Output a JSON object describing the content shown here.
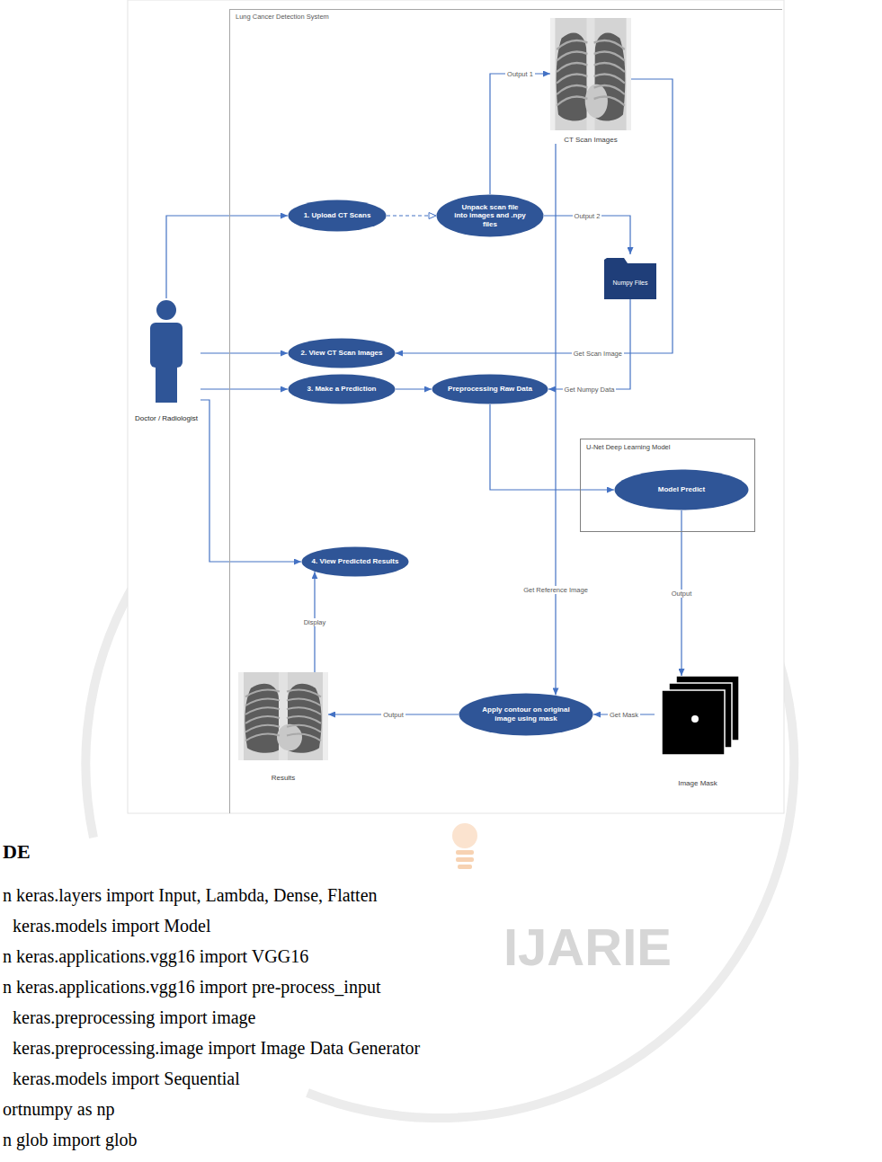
{
  "diagram": {
    "nodes": [
      {
        "text": [
          "Lung Cancer Detection System"
        ]
      },
      {
        "text": [
          "CT Scan Images"
        ],
        "in": 0
      },
      {
        "text": [
          "1. Upload CT Scans"
        ],
        "in": 0
      },
      {
        "text": [
          "Unpack scan file into images and .npy files"
        ],
        "in": 0
      },
      {
        "text": [
          "Numpy Files"
        ],
        "in": 0
      },
      {
        "text": [
          "Doctor / Radiologist"
        ]
      },
      {
        "text": [
          "2. View CT Scan Images"
        ],
        "in": 0
      },
      {
        "text": [
          "3. Make a Prediction"
        ],
        "in": 0
      },
      {
        "text": [
          "Preprocessing Raw Data"
        ],
        "in": 0
      },
      {
        "text": [
          "U-Net Deep Learning Model"
        ],
        "in": 0
      },
      {
        "text": [
          "Model Predict"
        ],
        "in": 9
      },
      {
        "text": [
          "4. View Predicted Results"
        ],
        "in": 0
      },
      {
        "text": [
          "Results"
        ],
        "in": 0
      },
      {
        "text": [
          "Apply contour on original image using mask"
        ],
        "in": 0
      },
      {
        "text": [
          "Image Mask"
        ],
        "in": 0
      }
    ],
    "edges": [
      {
        "from": 5,
        "to": 2,
        "arrow": "to"
      },
      {
        "from": 2,
        "to": 3,
        "arrow": "to"
      },
      {
        "from": 3,
        "to": 1,
        "label": "Output 1",
        "arrow": "to"
      },
      {
        "from": 3,
        "to": 4,
        "label": "Output 2",
        "arrow": "to"
      },
      {
        "from": 5,
        "to": 6,
        "arrow": "to"
      },
      {
        "from": 1,
        "to": 6,
        "label": "Get Scan Image",
        "arrow": "to"
      },
      {
        "from": 5,
        "to": 7,
        "arrow": "to"
      },
      {
        "from": 7,
        "to": 8,
        "arrow": "to"
      },
      {
        "from": 4,
        "to": 8,
        "label": "Get Numpy Data",
        "arrow": "to"
      },
      {
        "from": 8,
        "to": 10,
        "arrow": "to"
      },
      {
        "from": 10,
        "to": 14,
        "label": "Output",
        "arrow": "to"
      },
      {
        "from": 14,
        "to": 13,
        "label": "Get Mask",
        "arrow": "to"
      },
      {
        "from": 1,
        "to": 13,
        "label": "Get Reference Image",
        "arrow": "to"
      },
      {
        "from": 13,
        "to": 12,
        "label": "Output",
        "arrow": "to"
      },
      {
        "from": 12,
        "to": 11,
        "label": "Display",
        "arrow": "to"
      },
      {
        "from": 5,
        "to": 11,
        "arrow": "to"
      }
    ],
    "labels": [
      "DE",
      "n keras.layers import Input, Lambda, Dense, Flatten",
      "keras.models import Model",
      "n keras.applications.vgg16 import VGG16",
      "n keras.applications.vgg16 import pre-process_input",
      "keras.preprocessing import image",
      "keras.preprocessing.image import Image Data Generator",
      "keras.models import Sequential",
      "ortnumpy as np",
      "n glob import glob",
      "IJARIE"
    ]
  }
}
